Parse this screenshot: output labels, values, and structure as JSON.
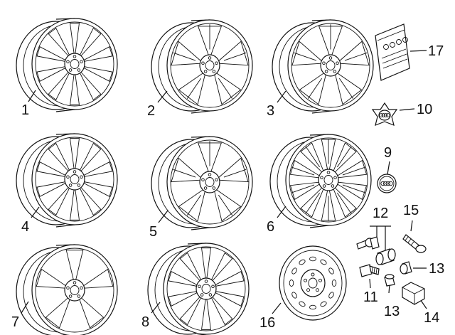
{
  "callouts": {
    "c1": "1",
    "c2": "2",
    "c3": "3",
    "c4": "4",
    "c5": "5",
    "c6": "6",
    "c7": "7",
    "c8": "8",
    "c9": "9",
    "c10": "10",
    "c11": "11",
    "c12": "12",
    "c13a": "13",
    "c13b": "13",
    "c14": "14",
    "c15": "15",
    "c16": "16",
    "c17": "17"
  },
  "parts": {
    "wheels": [
      {
        "callout": "1",
        "spokes": 10,
        "style": "double"
      },
      {
        "callout": "2",
        "spokes": 5,
        "style": "split"
      },
      {
        "callout": "3",
        "spokes": 5,
        "style": "twin"
      },
      {
        "callout": "4",
        "spokes": 10,
        "style": "double"
      },
      {
        "callout": "5",
        "spokes": 5,
        "style": "twin"
      },
      {
        "callout": "6",
        "spokes": 10,
        "style": "mesh"
      },
      {
        "callout": "7",
        "spokes": 5,
        "style": "double"
      },
      {
        "callout": "8",
        "spokes": 10,
        "style": "double"
      }
    ],
    "logo_rings": 4
  }
}
